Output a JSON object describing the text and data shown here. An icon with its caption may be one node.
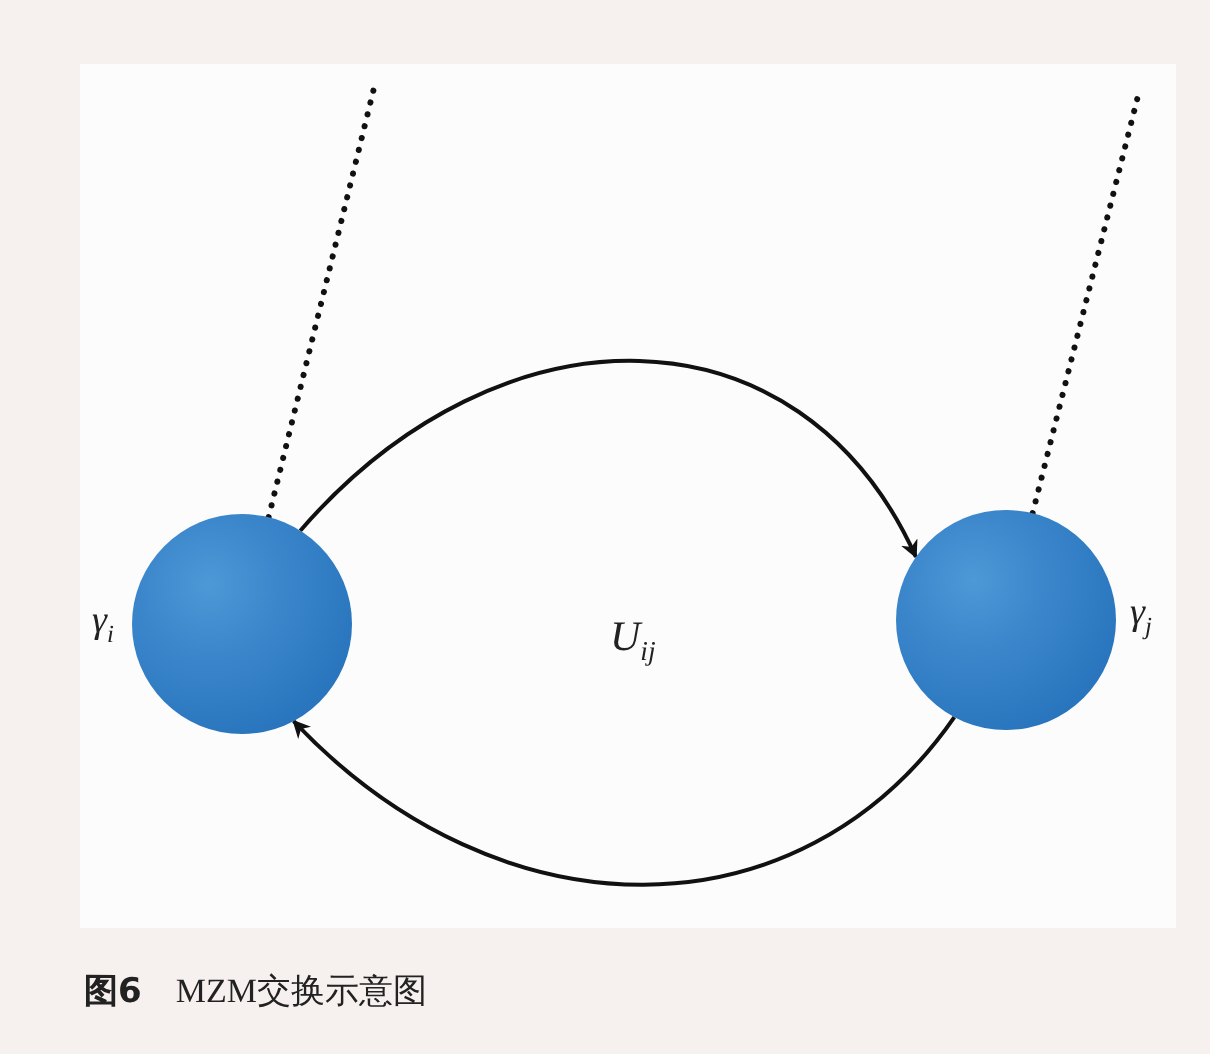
{
  "diagram": {
    "caption": "**图6**　MZM交换示意图",
    "nodes": [
      {
        "text": [],
        "shape": "circle",
        "beside": [
          "γ$_{i}$"
        ]
      },
      {
        "text": [],
        "shape": "circle",
        "beside": [
          "γ$_{j}$"
        ]
      }
    ],
    "edges": [
      {
        "from": 0,
        "to": 1,
        "arrow": "to"
      },
      {
        "from": 1,
        "to": 0,
        "arrow": "to"
      },
      {
        "from": 0,
        "to": null,
        "arrow": "none",
        "style": "dashed"
      },
      {
        "from": 1,
        "to": null,
        "arrow": "none",
        "style": "dashed"
      }
    ],
    "labels": [
      "U$_{ij}$"
    ]
  }
}
